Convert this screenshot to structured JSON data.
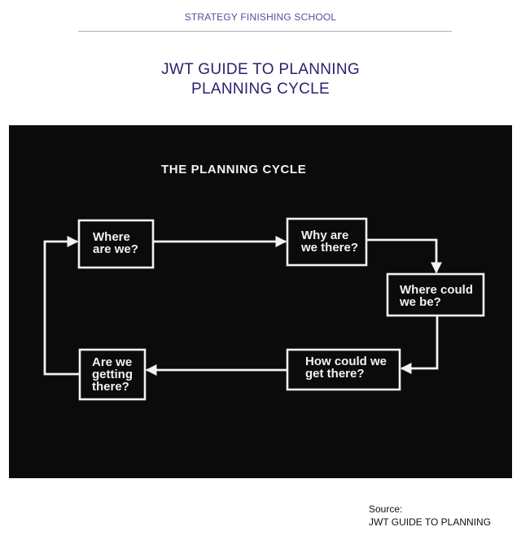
{
  "header": {
    "label": "STRATEGY FINISHING SCHOOL"
  },
  "title": {
    "line1": "JWT GUIDE TO PLANNING",
    "line2": "PLANNING CYCLE"
  },
  "diagram": {
    "heading": "THE PLANNING CYCLE",
    "nodes": [
      {
        "id": "where-are-we",
        "lines": [
          "Where",
          "are we?"
        ]
      },
      {
        "id": "why-are-we-there",
        "lines": [
          "Why are",
          "we there?"
        ]
      },
      {
        "id": "where-could-we-be",
        "lines": [
          "Where could",
          "we be?"
        ]
      },
      {
        "id": "how-could-we-get-there",
        "lines": [
          "How could we",
          "get there?"
        ]
      },
      {
        "id": "are-we-getting-there",
        "lines": [
          "Are we",
          "getting",
          "there?"
        ]
      }
    ],
    "edges": [
      {
        "from": "where-are-we",
        "to": "why-are-we-there"
      },
      {
        "from": "why-are-we-there",
        "to": "where-could-we-be"
      },
      {
        "from": "where-could-we-be",
        "to": "how-could-we-get-there"
      },
      {
        "from": "how-could-we-get-there",
        "to": "are-we-getting-there"
      },
      {
        "from": "are-we-getting-there",
        "to": "where-are-we"
      }
    ],
    "colors": {
      "background": "#0b0b0b",
      "ink": "#f2f2f2"
    }
  },
  "source": {
    "label": "Source:",
    "text": "JWT GUIDE TO PLANNING"
  }
}
